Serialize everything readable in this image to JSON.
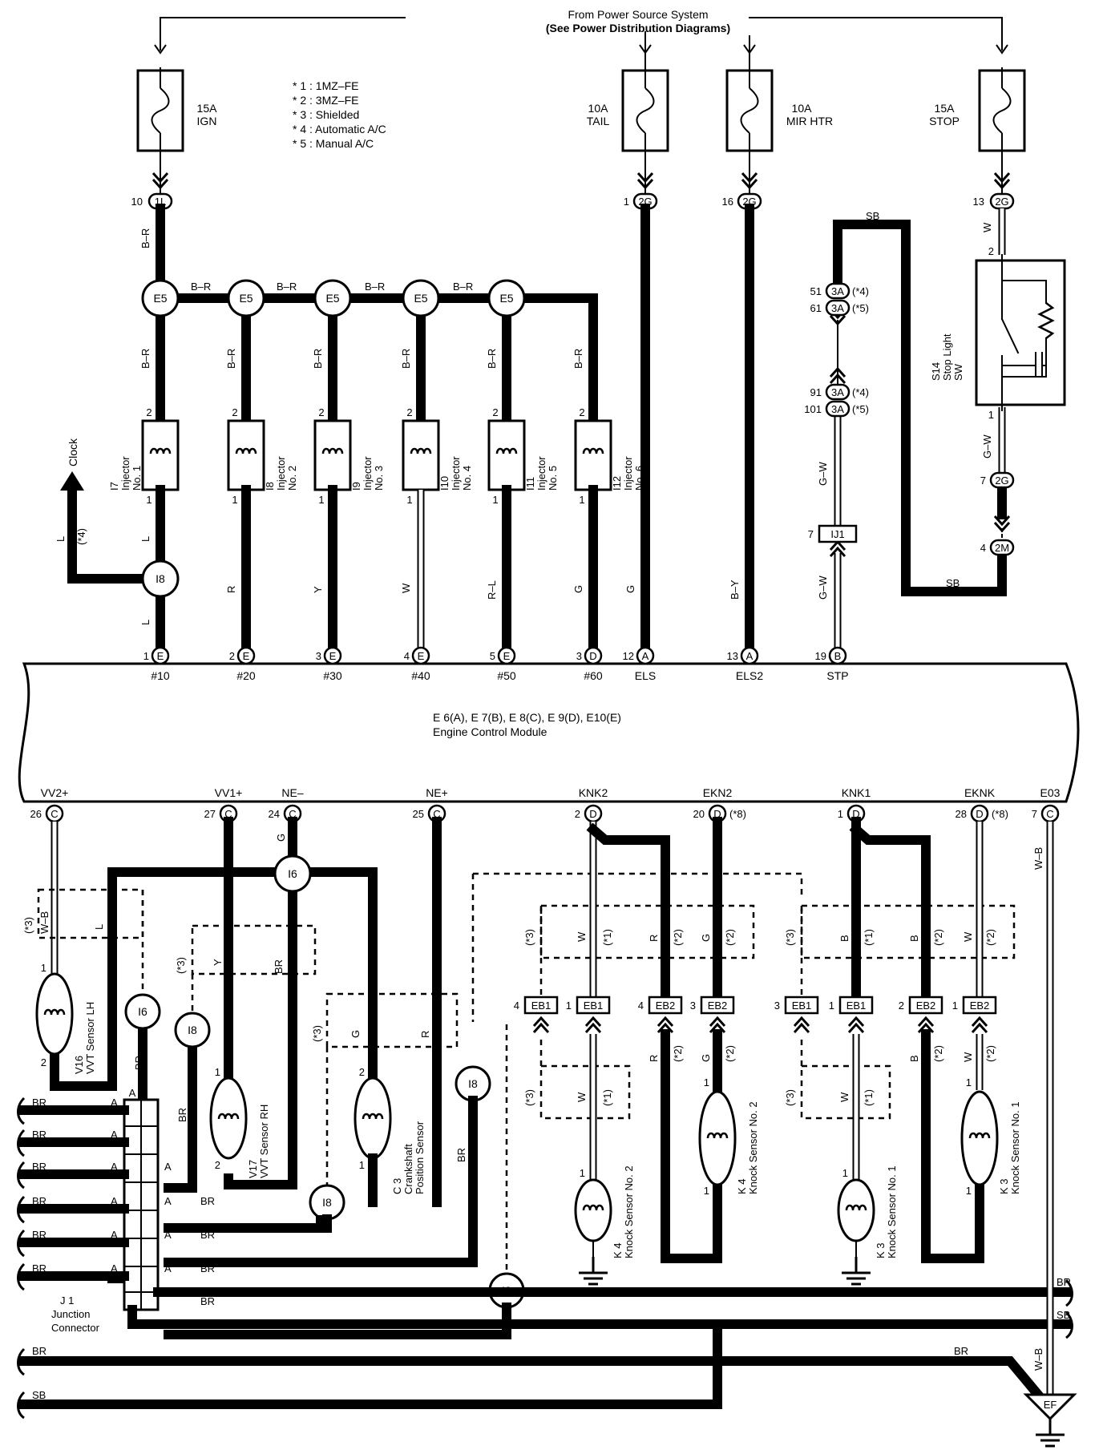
{
  "power_source": {
    "line1": "From Power Source System",
    "line2": "(See Power Distribution Diagrams)"
  },
  "notes": [
    "* 1 : 1MZ–FE",
    "* 2 : 3MZ–FE",
    "* 3 : Shielded",
    "* 4 : Automatic A/C",
    "* 5 : Manual A/C"
  ],
  "fuses": [
    {
      "amp": "15A",
      "name": "IGN"
    },
    {
      "amp": "10A",
      "name": "TAIL"
    },
    {
      "amp": "10A",
      "name": "MIR HTR"
    },
    {
      "amp": "15A",
      "name": "STOP"
    }
  ],
  "fuse_connectors": [
    {
      "pin": "10",
      "conn": "1L"
    },
    {
      "pin": "1",
      "conn": "2G"
    },
    {
      "pin": "16",
      "conn": "2G"
    },
    {
      "pin": "13",
      "conn": "2G"
    }
  ],
  "splice_label": "E5",
  "splice_wire": "B–R",
  "injectors": [
    {
      "id": "I7",
      "name": "Injector",
      "no": "No. 1",
      "pin_top": "2",
      "pin_bot": "1",
      "wire": "L"
    },
    {
      "id": "I8",
      "name": "Injector",
      "no": "No. 2",
      "pin_top": "2",
      "pin_bot": "1",
      "wire": "R"
    },
    {
      "id": "I9",
      "name": "Injector",
      "no": "No. 3",
      "pin_top": "2",
      "pin_bot": "1",
      "wire": "Y"
    },
    {
      "id": "I10",
      "name": "Injector",
      "no": "No. 4",
      "pin_top": "2",
      "pin_bot": "1",
      "wire": "W"
    },
    {
      "id": "I11",
      "name": "Injector",
      "no": "No. 5",
      "pin_top": "2",
      "pin_bot": "1",
      "wire": "R–L"
    },
    {
      "id": "I12",
      "name": "Injector",
      "no": "No. 6",
      "pin_top": "2",
      "pin_bot": "1",
      "wire": "G"
    }
  ],
  "clock": {
    "label": "Clock",
    "wire": "L",
    "note": "(*4)"
  },
  "ecm": {
    "title": "E 6(A), E 7(B), E 8(C), E 9(D), E10(E)",
    "subtitle": "Engine Control Module",
    "top_pins": [
      {
        "pin": "1",
        "conn": "E",
        "name": "#10"
      },
      {
        "pin": "2",
        "conn": "E",
        "name": "#20"
      },
      {
        "pin": "3",
        "conn": "E",
        "name": "#30"
      },
      {
        "pin": "4",
        "conn": "E",
        "name": "#40"
      },
      {
        "pin": "5",
        "conn": "E",
        "name": "#50"
      },
      {
        "pin": "3",
        "conn": "D",
        "name": "#60"
      },
      {
        "pin": "12",
        "conn": "A",
        "name": "ELS"
      },
      {
        "pin": "13",
        "conn": "A",
        "name": "ELS2"
      },
      {
        "pin": "19",
        "conn": "B",
        "name": "STP"
      }
    ],
    "bottom_pins": [
      {
        "pin": "26",
        "conn": "C",
        "name": "VV2+"
      },
      {
        "pin": "27",
        "conn": "C",
        "name": "VV1+"
      },
      {
        "pin": "24",
        "conn": "C",
        "name": "NE–"
      },
      {
        "pin": "25",
        "conn": "C",
        "name": "NE+"
      },
      {
        "pin": "2",
        "conn": "D",
        "name": "KNK2"
      },
      {
        "pin": "20",
        "conn": "D",
        "name": "EKN2",
        "note": "(*8)"
      },
      {
        "pin": "1",
        "conn": "D",
        "name": "KNK1"
      },
      {
        "pin": "28",
        "conn": "D",
        "name": "EKNK",
        "note": "(*8)"
      },
      {
        "pin": "7",
        "conn": "C",
        "name": "E03"
      }
    ]
  },
  "tail_wire": "G",
  "mir_wire": "B–Y",
  "stop_circuit": {
    "wire_sb": "SB",
    "wire_w": "W",
    "wire_gw": "G–W",
    "c3a": [
      {
        "pin": "51",
        "conn": "3A",
        "note": "(*4)"
      },
      {
        "pin": "61",
        "conn": "3A",
        "note": "(*5)"
      },
      {
        "pin": "91",
        "conn": "3A",
        "note": "(*4)"
      },
      {
        "pin": "101",
        "conn": "3A",
        "note": "(*5)"
      }
    ],
    "ij1": {
      "pin": "7",
      "conn": "IJ1"
    },
    "c2g": {
      "pin": "7",
      "conn": "2G"
    },
    "c2m": {
      "pin": "4",
      "conn": "2M"
    },
    "switch": {
      "id": "S14",
      "name": "Stop Light",
      "name2": "SW",
      "pin_top": "2",
      "pin_bot": "1"
    }
  },
  "sensors": {
    "v16": {
      "id": "V16",
      "name": "VVT Sensor LH",
      "pin1": "1",
      "pin2": "2"
    },
    "v17": {
      "id": "V17",
      "name": "VVT Sensor RH",
      "pin1": "1",
      "pin2": "2"
    },
    "c3": {
      "id": "C 3",
      "name": "Crankshaft",
      "name2": "Position Sensor",
      "pin1": "2",
      "pin2": "1"
    },
    "k4a": {
      "id": "K 4",
      "name": "Knock Sensor No. 2",
      "pin": "1"
    },
    "k4b": {
      "id": "K 4",
      "name": "Knock Sensor No. 2",
      "pin1": "1",
      "pin2": "1"
    },
    "k3a": {
      "id": "K 3",
      "name": "Knock Sensor No. 1",
      "pin": "1"
    },
    "k3b": {
      "id": "K 3",
      "name": "Knock Sensor No. 1",
      "pin1": "1",
      "pin2": "1"
    }
  },
  "i6": "I6",
  "i8": "I8",
  "eb": [
    {
      "pin": "4",
      "conn": "EB1"
    },
    {
      "pin": "1",
      "conn": "EB1"
    },
    {
      "pin": "4",
      "conn": "EB2"
    },
    {
      "pin": "3",
      "conn": "EB2"
    },
    {
      "pin": "3",
      "conn": "EB1"
    },
    {
      "pin": "1",
      "conn": "EB1"
    },
    {
      "pin": "2",
      "conn": "EB2"
    },
    {
      "pin": "1",
      "conn": "EB2"
    }
  ],
  "notes_short": {
    "s1": "(*1)",
    "s2": "(*2)",
    "s3": "(*3)"
  },
  "wires": {
    "br": "BR",
    "sb": "SB",
    "wb": "W–B",
    "l": "L",
    "y": "Y",
    "g": "G",
    "r": "R",
    "b": "B",
    "w": "W",
    "a": "A"
  },
  "junction": {
    "id": "J 1",
    "name": "Junction",
    "name2": "Connector"
  },
  "ground": "EF"
}
